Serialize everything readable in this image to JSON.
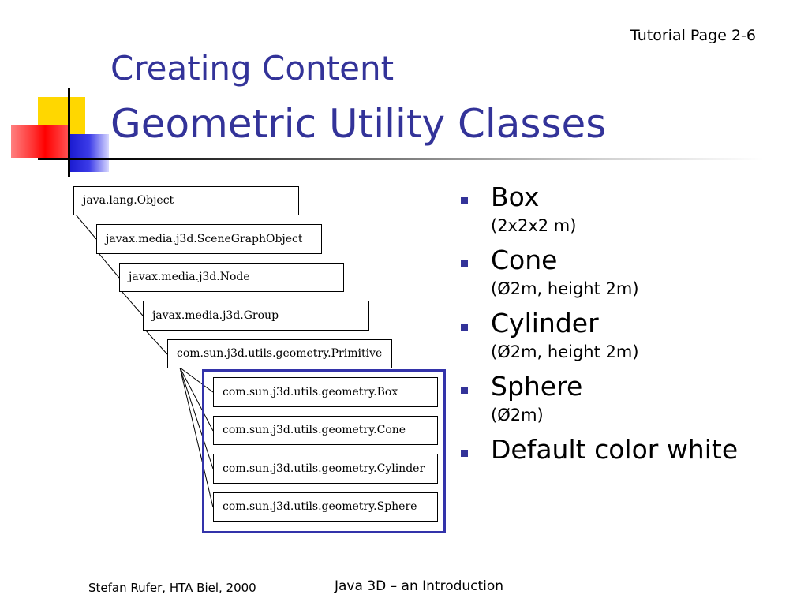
{
  "header": {
    "page_number": "Tutorial Page 2-6",
    "title_line1": "Creating Content",
    "title_line2": "Geometric Utility Classes"
  },
  "colors": {
    "title": "#333399",
    "bullet": "#333399",
    "frame": "#3333aa"
  },
  "hierarchy": {
    "classes": [
      "java.lang.Object",
      "javax.media.j3d.SceneGraphObject",
      "javax.media.j3d.Node",
      "javax.media.j3d.Group",
      "com.sun.j3d.utils.geometry.Primitive"
    ],
    "primitives": [
      "com.sun.j3d.utils.geometry.Box",
      "com.sun.j3d.utils.geometry.Cone",
      "com.sun.j3d.utils.geometry.Cylinder",
      "com.sun.j3d.utils.geometry.Sphere"
    ]
  },
  "bullets": [
    {
      "label": "Box",
      "detail": "(2x2x2 m)"
    },
    {
      "label": "Cone",
      "detail": "(Ø2m, height 2m)"
    },
    {
      "label": "Cylinder",
      "detail": "(Ø2m, height 2m)"
    },
    {
      "label": "Sphere",
      "detail": "(Ø2m)"
    },
    {
      "label": "Default color white"
    }
  ],
  "footer": {
    "left": "Stefan Rufer, HTA Biel, 2000",
    "center": "Java 3D – an Introduction"
  }
}
